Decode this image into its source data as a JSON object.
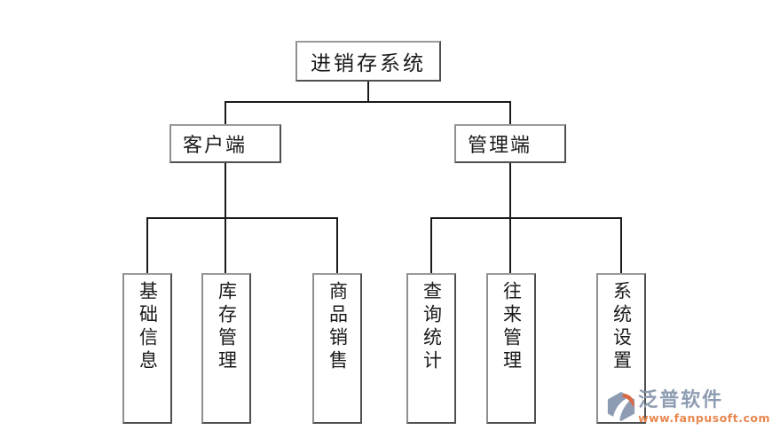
{
  "diagram": {
    "root": {
      "label": "进销存系统"
    },
    "branches": [
      {
        "label": "客户端",
        "children": [
          "基础信息",
          "库存管理",
          "商品销售"
        ]
      },
      {
        "label": "管理端",
        "children": [
          "查询统计",
          "往来管理",
          "系统设置"
        ]
      }
    ]
  },
  "watermark": {
    "brand": "泛普软件",
    "url": "www.fanpusoft.com",
    "brand_color": "#8f9db2",
    "url_color": "#e8874f",
    "icon": "fanpu-logo-icon",
    "icon_colors": {
      "slate": "#8d9cb2",
      "orange": "#da6942"
    }
  },
  "style": {
    "line_color": "#1a1a1a",
    "box_border_color": "#8c8c8c",
    "background": "#ffffff"
  }
}
